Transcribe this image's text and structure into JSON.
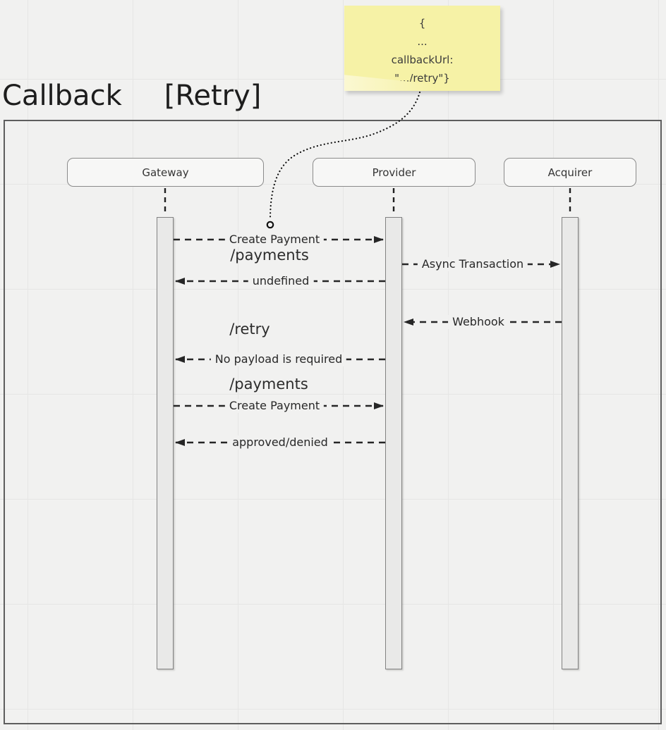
{
  "title": {
    "text": "Callback",
    "qualifier": "[Retry]"
  },
  "note": {
    "lines": [
      "{",
      "...",
      "callbackUrl:",
      "\".../retry\"}"
    ],
    "attached_to": "Create Payment message"
  },
  "actors": [
    {
      "label": "Gateway"
    },
    {
      "label": "Provider"
    },
    {
      "label": "Acquirer"
    }
  ],
  "messages": [
    {
      "label": "Create Payment",
      "from": "Gateway",
      "to": "Provider",
      "style": "dashed"
    },
    {
      "label": "Async Transaction",
      "from": "Provider",
      "to": "Acquirer",
      "style": "dashed"
    },
    {
      "label": "undefined",
      "from": "Provider",
      "to": "Gateway",
      "style": "dashed"
    },
    {
      "label": "Webhook",
      "from": "Acquirer",
      "to": "Provider",
      "style": "dashed"
    },
    {
      "label": "No payload is required",
      "from": "Provider",
      "to": "Gateway",
      "style": "dashed"
    },
    {
      "label": "Create Payment",
      "from": "Gateway",
      "to": "Provider",
      "style": "dashed"
    },
    {
      "label": "approved/denied",
      "from": "Provider",
      "to": "Gateway",
      "style": "dashed"
    }
  ],
  "annotations": [
    {
      "text": "/payments"
    },
    {
      "text": "/retry"
    },
    {
      "text": "/payments"
    }
  ],
  "colors": {
    "note_fill": "#f6f2a6",
    "background": "#f1f1f0",
    "frame_border": "#5e5e5e",
    "activation_fill": "#e9e9e8",
    "line": "#262626"
  }
}
